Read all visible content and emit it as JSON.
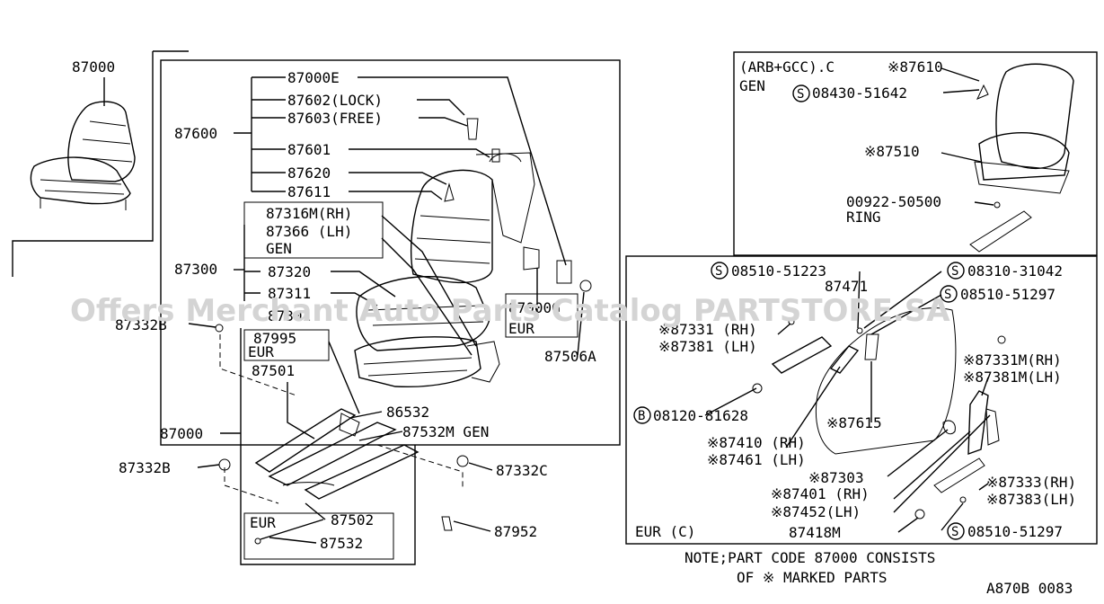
{
  "diagram": {
    "watermark": "Offers Merchant Auto Parts Catalog PARTSTORE.SA",
    "left_section": {
      "seat_assembly_label": "87000",
      "seat_back_group": "87600",
      "seat_cushion_group": "87300",
      "frame_group": "87000",
      "parts": {
        "p87000E": "87000E",
        "p87602": "87602(LOCK)",
        "p87603": "87603(FREE)",
        "p87601": "87601",
        "p87620": "87620",
        "p87611": "87611",
        "p87316M": "87316M(RH)",
        "p87366": "87366 (LH)",
        "gen1": "GEN",
        "p87320": "87320",
        "p87311": "87311",
        "p87301": "87301",
        "p87332B_a": "87332B",
        "p87995": "87995",
        "eur1": "EUR",
        "p87501": "87501",
        "p86532": "86532",
        "p87532M": "87532M  GEN",
        "p87332B_b": "87332B",
        "p87332C": "87332C",
        "eur2": "EUR",
        "p87502": "87502",
        "p87532": "87532",
        "p87952": "87952",
        "p87000G": "87000G",
        "eur3": "EUR",
        "p87506A": "87506A"
      }
    },
    "top_right_section": {
      "variant": "(ARB+GCC).C",
      "gen": "GEN",
      "p87610": "※87610",
      "bolt": "08430-51642",
      "p87510": "※87510",
      "ring_no": "00922-50500",
      "ring": "RING"
    },
    "bottom_right_section": {
      "s08510_51223": "08510-51223",
      "p87471": "87471",
      "s08310_31042": "08310-31042",
      "s08510_51297_a": "08510-51297",
      "p87331": "※87331 (RH)",
      "p87381": "※87381 (LH)",
      "p87331M": "※87331M(RH)",
      "p87381M": "※87381M(LH)",
      "b08120_81628": "08120-81628",
      "p87615": "※87615",
      "p87410": "※87410 (RH)",
      "p87461": "※87461 (LH)",
      "p87303": "※87303",
      "p87333": "※87333(RH)",
      "p87383": "※87383(LH)",
      "p87401": "※87401 (RH)",
      "p87452": "※87452(LH)",
      "p87418M": "87418M",
      "s08510_51297_b": "08510-51297",
      "region": "EUR (C)"
    },
    "circle_s": "S",
    "circle_b": "B",
    "note_line1": "NOTE;PART CODE 87000 CONSISTS",
    "note_line2": "OF ※ MARKED PARTS",
    "drawing_code": "A870B 0083"
  }
}
